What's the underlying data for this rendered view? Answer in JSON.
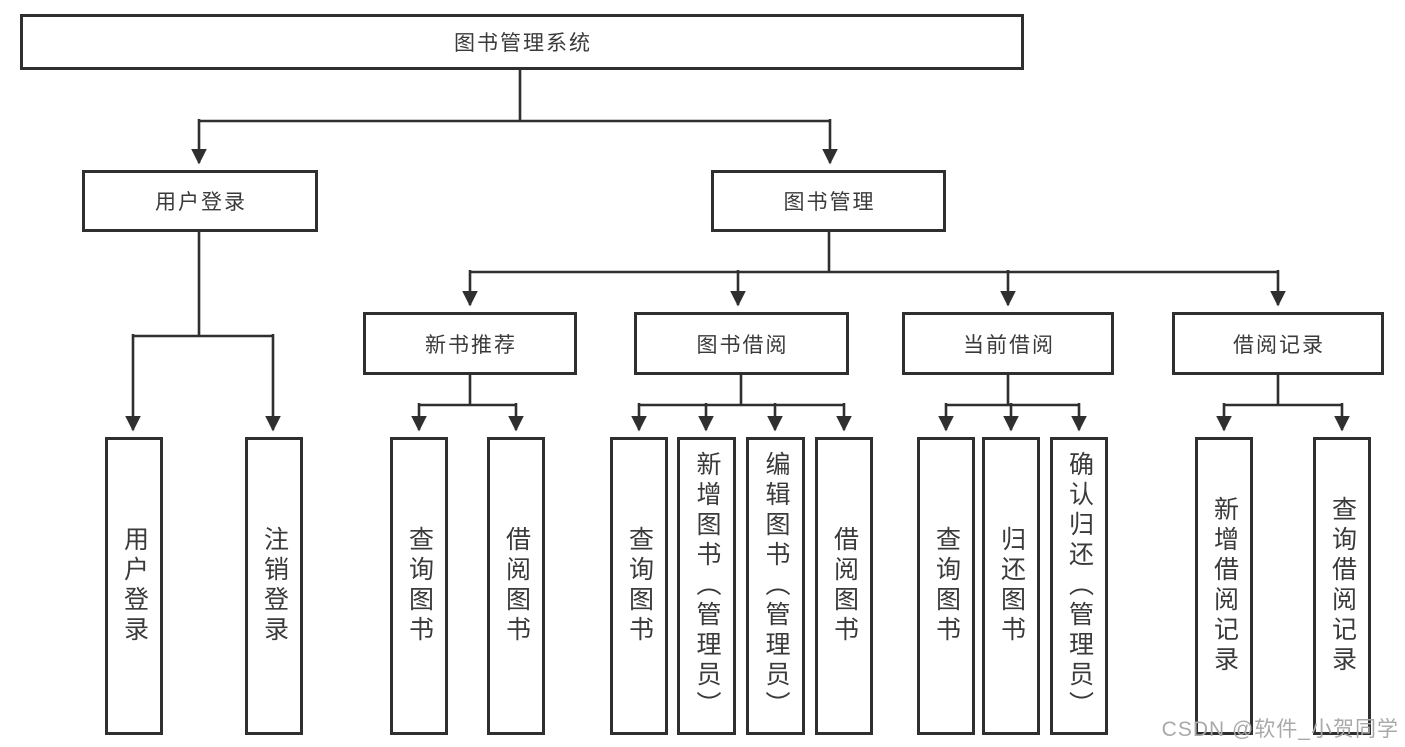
{
  "tree": {
    "label": "图书管理系统",
    "children": [
      {
        "label": "用户登录",
        "children": [
          {
            "label": "用户登录"
          },
          {
            "label": "注销登录"
          }
        ]
      },
      {
        "label": "图书管理",
        "children": [
          {
            "label": "新书推荐",
            "children": [
              {
                "label": "查询图书"
              },
              {
                "label": "借阅图书"
              }
            ]
          },
          {
            "label": "图书借阅",
            "children": [
              {
                "label": "查询图书"
              },
              {
                "label": "新增图书（管理员）"
              },
              {
                "label": "编辑图书（管理员）"
              },
              {
                "label": "借阅图书"
              }
            ]
          },
          {
            "label": "当前借阅",
            "children": [
              {
                "label": "查询图书"
              },
              {
                "label": "归还图书"
              },
              {
                "label": "确认归还（管理员）"
              }
            ]
          },
          {
            "label": "借阅记录",
            "children": [
              {
                "label": "新增借阅记录"
              },
              {
                "label": "查询借阅记录"
              }
            ]
          }
        ]
      }
    ]
  },
  "watermark": {
    "text": "CSDN @软件_小贺同学"
  },
  "colors": {
    "line": "#2f2f2f",
    "text": "#3a3a3a",
    "watermark": "#a9a9a9",
    "background": "#ffffff"
  }
}
